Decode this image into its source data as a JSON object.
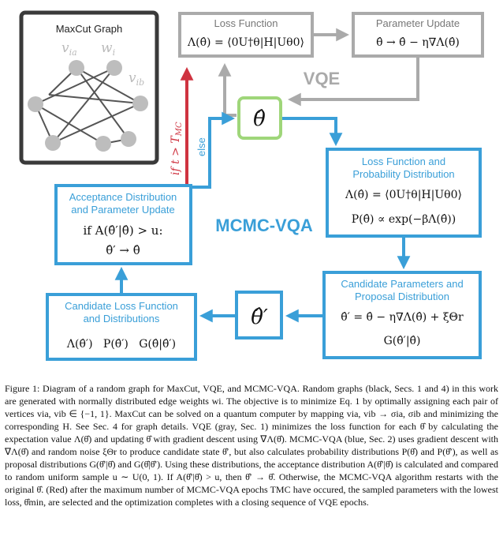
{
  "colors": {
    "blue": "#3a9fd8",
    "gray": "#aaaaaa",
    "dark": "#3a3a3a",
    "green": "#9fd67a",
    "red": "#cf3340",
    "node": "#bdbdbd"
  },
  "graph": {
    "title": "MaxCut Graph",
    "label_via": "v",
    "label_via_sub": "ia",
    "label_wi": "w",
    "label_wi_sub": "i",
    "label_vib": "v",
    "label_vib_sub": "ib"
  },
  "loss_box": {
    "title": "Loss Function",
    "formula": "Λ(θ̂) = ⟨0U†θ|H|Uθ0⟩"
  },
  "param_box": {
    "title": "Parameter Update",
    "formula": "θ̂ → θ̂ − η∇Λ(θ̂)"
  },
  "vqe_label": "VQE",
  "theta_box": {
    "symbol": "θ̂"
  },
  "red_arrow_label": "if t > T",
  "red_arrow_sub": "MC",
  "else_label": "else",
  "mcmc_label": "MCMC-VQA",
  "loss_prob_box": {
    "title1": "Loss Function and",
    "title2": "Probability Distribution",
    "formula1": "Λ(θ̂) = ⟨0U†θ|H|Uθ0⟩",
    "formula2": "P(θ̂) ∝ exp(−βΛ(θ̂))"
  },
  "accept_box": {
    "title1": "Acceptance Distribution",
    "title2": "and Parameter Update",
    "formula1": "if A(θ̂′|θ̂) > u:",
    "formula2": "θ̂′ → θ̂"
  },
  "candidate_params_box": {
    "title1": "Candidate Parameters and",
    "title2": "Proposal Distribution",
    "formula1": "θ̂′ = θ̂ − η∇Λ(θ̂) + ξΘr",
    "formula2": "G(θ̂′|θ̂)"
  },
  "theta_prime_box": {
    "symbol": "θ̂′"
  },
  "candidate_loss_box": {
    "title1": "Candidate Loss Function",
    "title2": "and Distributions",
    "formula": "Λ(θ̂′)   P(θ̂′)   G(θ̂|θ̂′)"
  },
  "caption": {
    "line1": "Figure 1: Diagram of a random graph for MaxCut, VQE, and MCMC-VQA. Random graphs (black, Secs. 1 and 4) in this work are generated with normally distributed edge weights wi. The objective is to minimize Eq. 1 by optimally assigning each pair of vertices via, vib ∈ {−1, 1}. MaxCut can be solved on a quantum computer by mapping via, vib → σia, σib and minimizing the corresponding H. See Sec. 4 for graph details. VQE (gray, Sec. 1) minimizes the loss function for each θ̂ by calculating the expectation value Λ(θ̂) and updating θ̂ with gradient descent using ∇Λ(θ̂). MCMC-VQA (blue, Sec. 2) uses gradient descent with ∇Λ(θ̂) and random noise ξΘr to produce candidate state θ̂′, but also calculates probability distributions P(θ̂) and P(θ̂′), as well as proposal distributions G(θ̂′|θ̂) and G(θ̂|θ̂′). Using these distributions, the acceptance distribution A(θ̂′|θ̂) is calculated and compared to random uniform sample u ∼ U(0, 1). If A(θ̂′|θ̂) > u, then θ̂′ → θ̂. Otherwise, the MCMC-VQA algorithm restarts with the original θ̂. (Red) after the maximum number of MCMC-VQA epochs TMC have occured, the sampled parameters with the lowest loss, θ̂min, are selected and the optimization completes with a closing sequence of VQE epochs."
  }
}
